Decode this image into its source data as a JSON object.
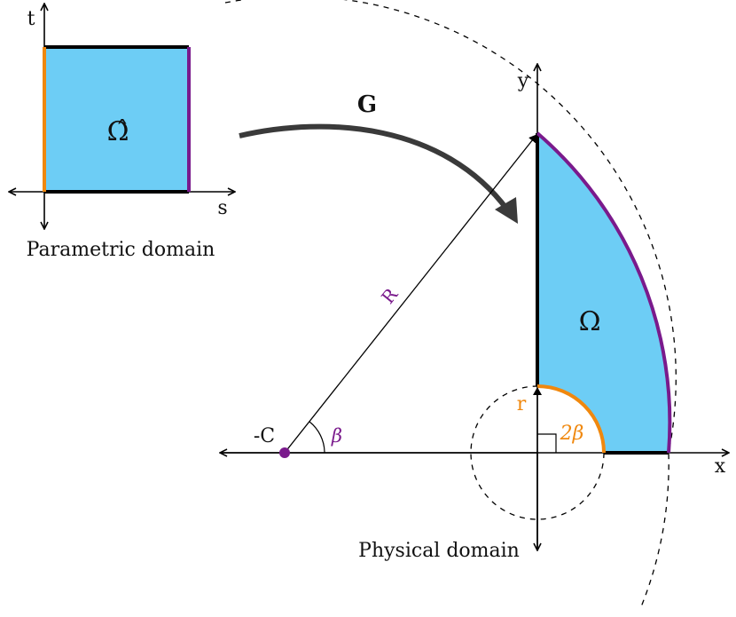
{
  "parametric": {
    "domain_symbol": "Ω̂",
    "axis_s": "s",
    "axis_t": "t",
    "caption": "Parametric domain"
  },
  "mapping": {
    "label": "G"
  },
  "physical": {
    "domain_symbol": "Ω",
    "axis_x": "x",
    "axis_y": "y",
    "caption": "Physical domain",
    "center_label": "-C",
    "radius_big_label": "R",
    "radius_small_label": "r",
    "angle_beta_label": "β",
    "angle_2beta_label": "2β"
  },
  "colors": {
    "fill": "#6dcdf5",
    "orange": "#f0880e",
    "purple": "#7a1a8c",
    "black": "#000000",
    "arrow": "#3a3a3a"
  }
}
